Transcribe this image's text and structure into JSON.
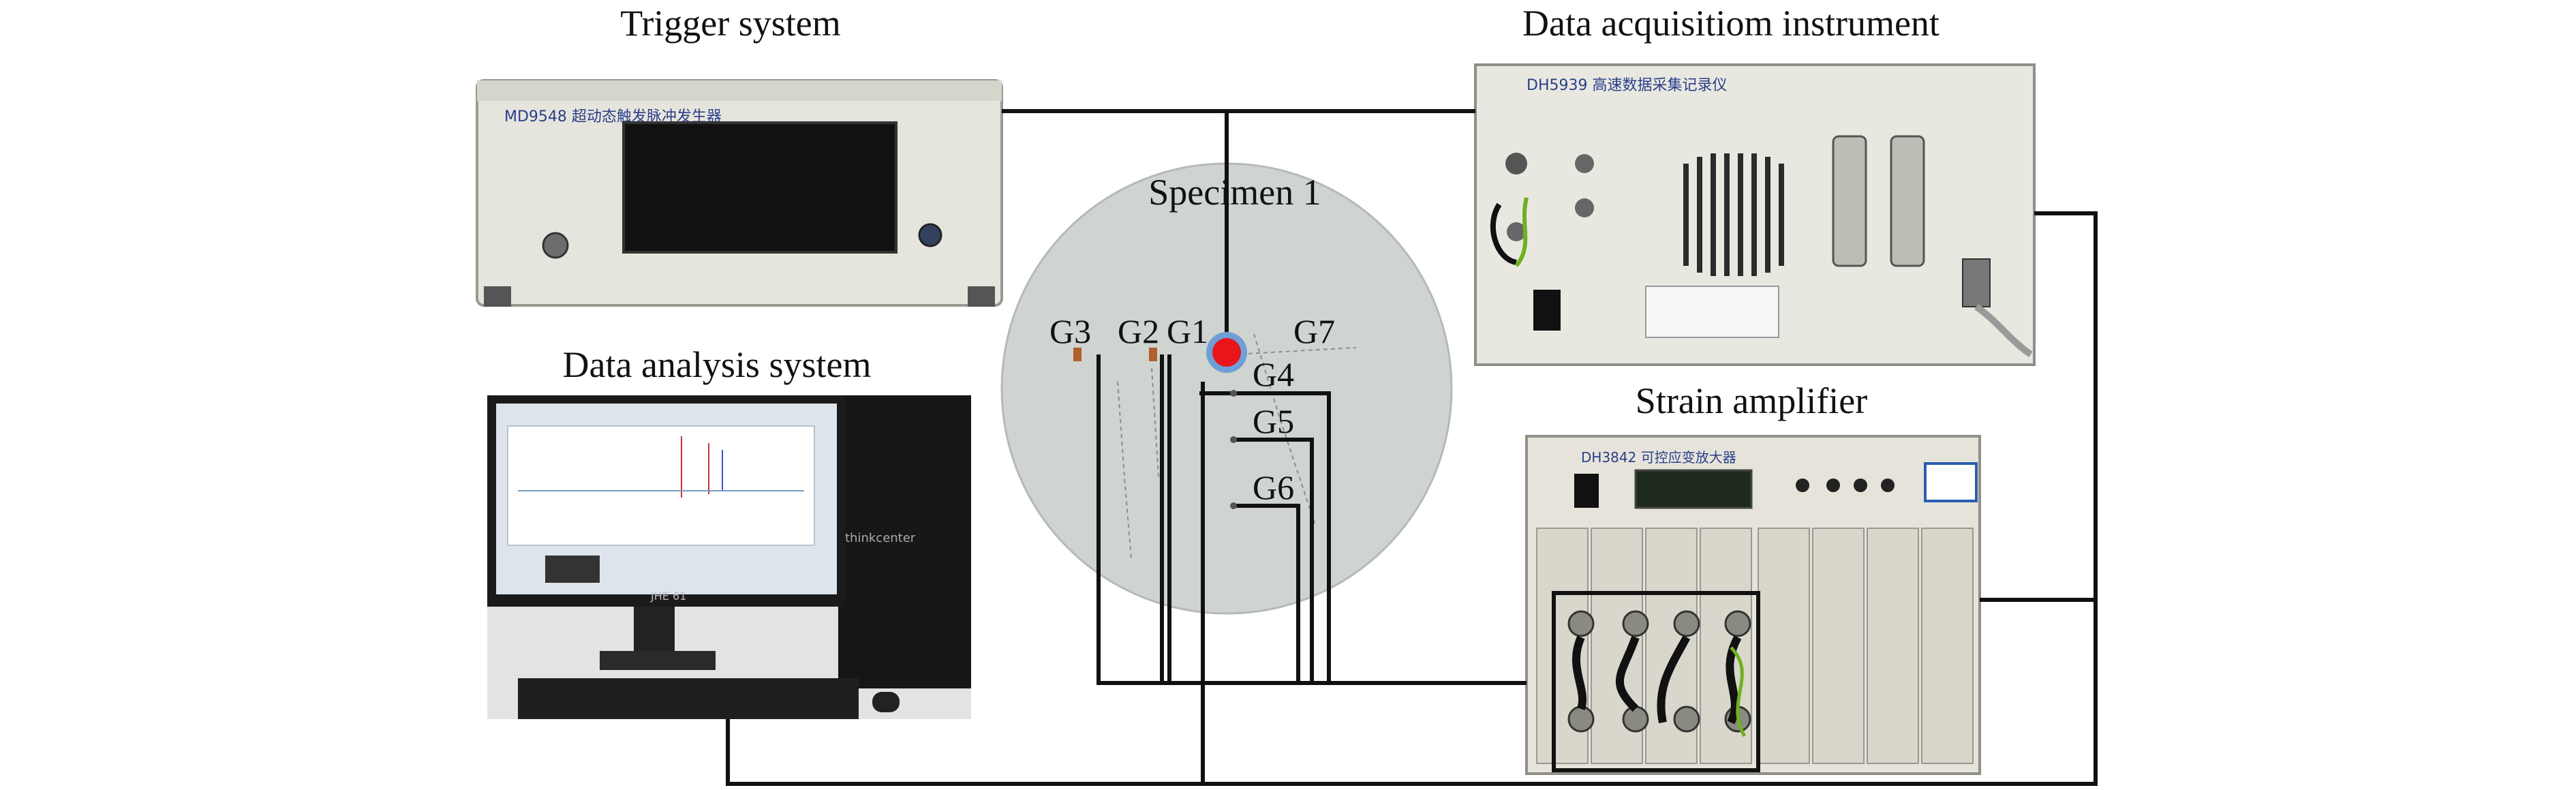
{
  "labels": {
    "trigger_system": "Trigger system",
    "data_acquisition_instrument": "Data acquisitiom instrument",
    "data_analysis_system": "Data analysis system",
    "strain_amplifier": "Strain amplifier",
    "specimen": "Specimen 1"
  },
  "gauges": {
    "g1": "G1",
    "g2": "G2",
    "g3": "G3",
    "g4": "G4",
    "g5": "G5",
    "g6": "G6",
    "g7": "G7"
  },
  "devices": {
    "trigger_model": "MD9548 超动态触发脉冲发生器",
    "acquisition_model": "DH5939 高速数据采集记录仪",
    "amplifier_model": "DH3842 可控应变放大器",
    "monitor_brand": "JHE 61",
    "pc_brand": "thinkcenter"
  },
  "colors": {
    "wire": "#111111",
    "gauge": "#b0602a",
    "impact_dot": "#e8151b",
    "impact_ring": "#6f9fd6",
    "specimen": "#cfd4d0",
    "panel": "#e9e7df"
  }
}
